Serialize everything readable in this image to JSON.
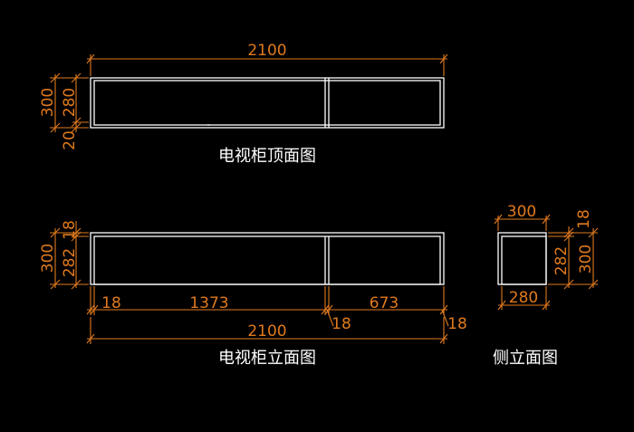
{
  "drawing": {
    "background_color": "#000000",
    "geometry_color": "#ffffff",
    "dimension_color": "#e07a1e"
  },
  "top_view": {
    "caption": "电视柜顶面图",
    "dim_width": "2100",
    "dim_depth_total": "300",
    "dim_depth_inner": "280",
    "dim_front_strip": "20"
  },
  "front_view": {
    "caption": "电视柜立面图",
    "dim_height_total": "300",
    "dim_top_board": "18",
    "dim_inner_height": "282",
    "dim_left_board": "18",
    "dim_left_bay": "1373",
    "dim_right_bay": "673",
    "dim_mid_board": "18",
    "dim_right_board": "18",
    "dim_width_total": "2100"
  },
  "side_view": {
    "caption": "侧立面图",
    "dim_depth_total": "300",
    "dim_depth_inner": "280",
    "dim_top_board": "18",
    "dim_inner_height": "282",
    "dim_height_total": "300"
  }
}
